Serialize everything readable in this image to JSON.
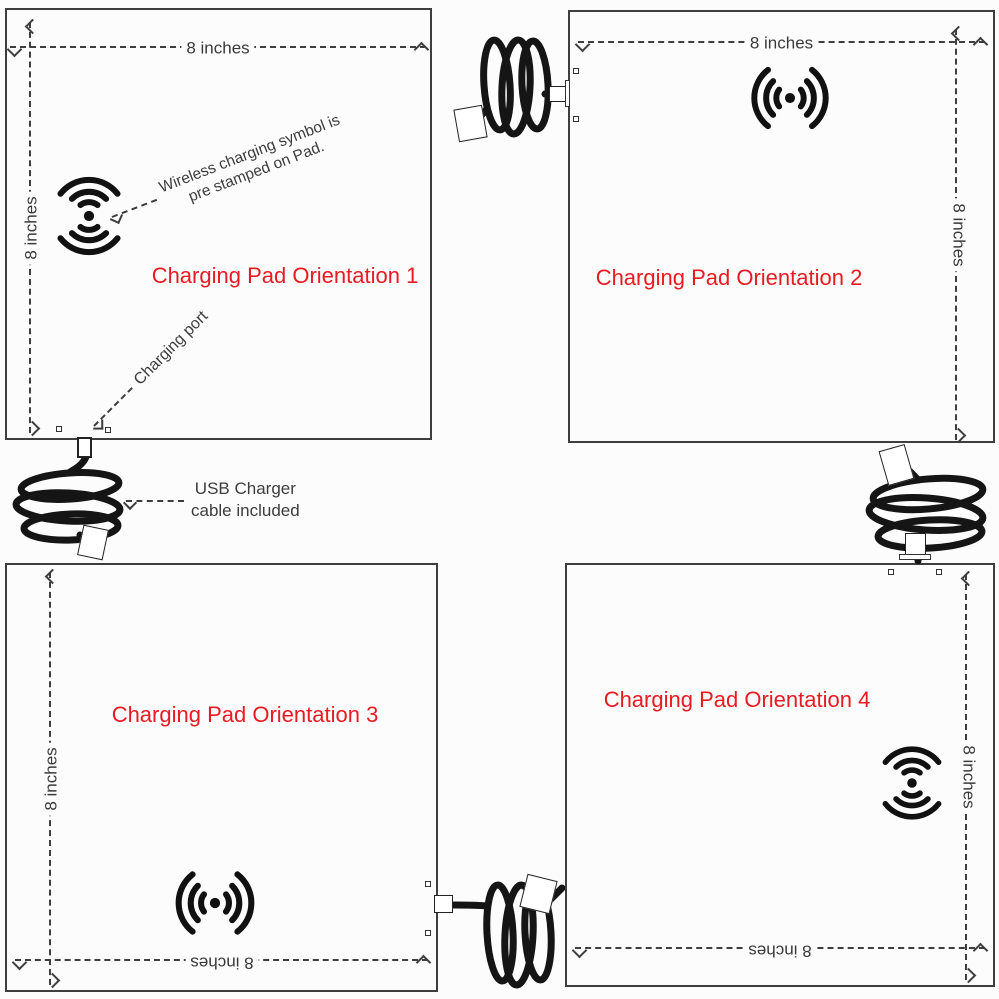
{
  "colors": {
    "background": "#fcfcfc",
    "outline": "#3e3e3e",
    "annotation_text": "#3c3c3c",
    "title_red": "#e81b22",
    "cable_black": "#151515"
  },
  "pads": [
    {
      "title": "Charging Pad Orientation 1",
      "width_label": "8 inches",
      "height_label": "8 inches",
      "symbol_orientation": "vertical",
      "port_side": "bottom"
    },
    {
      "title": "Charging Pad Orientation 2",
      "width_label": "8 inches",
      "height_label": "8 inches",
      "symbol_orientation": "horizontal",
      "port_side": "left"
    },
    {
      "title": "Charging Pad Orientation 3",
      "width_label": "8 inches",
      "height_label": "8 inches",
      "symbol_orientation": "horizontal",
      "port_side": "right"
    },
    {
      "title": "Charging Pad Orientation 4",
      "width_label": "8 inches",
      "height_label": "8 inches",
      "symbol_orientation": "vertical",
      "port_side": "top"
    }
  ],
  "annotations": {
    "symbol_note_line1": "Wireless charging symbol is",
    "symbol_note_line2": "pre stamped on Pad.",
    "charging_port": "Charging port",
    "usb_note_line1": "USB Charger",
    "usb_note_line2": "cable included"
  },
  "icons": {
    "wireless_charging_symbol": "wireless-charging-symbol-icon",
    "usb_cable": "usb-cable-coil",
    "usb_plug": "usb-plug",
    "dimension_arrow": "dimension-arrow"
  }
}
